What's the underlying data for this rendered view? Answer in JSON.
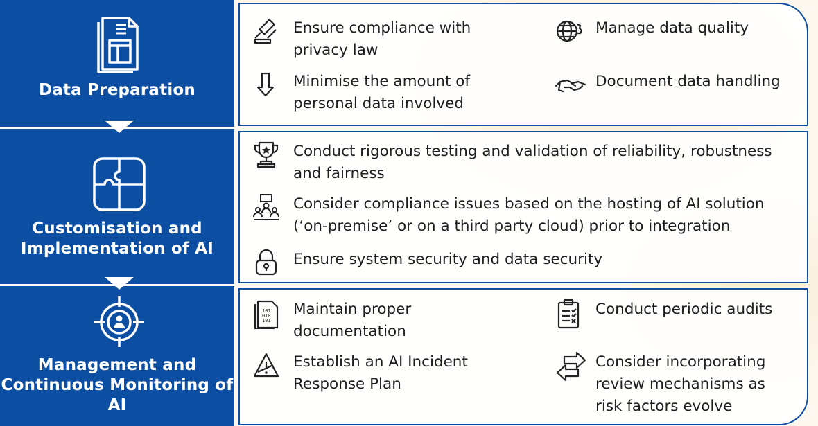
{
  "stages": [
    {
      "title": "Data Preparation",
      "icon": "document-icon",
      "items": [
        {
          "icon": "gavel-icon",
          "text": "Ensure compliance with privacy law"
        },
        {
          "icon": "globe-gear-icon",
          "text": "Manage data quality"
        },
        {
          "icon": "down-arrow-icon",
          "text": "Minimise the amount of personal data involved"
        },
        {
          "icon": "handshake-icon",
          "text": "Document data handling"
        }
      ]
    },
    {
      "title": "Customisation and Implementation of AI",
      "icon": "puzzle-icon",
      "items": [
        {
          "icon": "trophy-icon",
          "text": "Conduct rigorous testing and validation of reliability, robustness and fairness"
        },
        {
          "icon": "team-meeting-icon",
          "text": "Consider compliance issues based on the hosting of AI solution (‘on-premise’ or on a third party cloud) prior to integration"
        },
        {
          "icon": "padlock-icon",
          "text": "Ensure system security and data security"
        }
      ]
    },
    {
      "title": "Management and Continuous Monitoring of AI",
      "icon": "target-icon",
      "items": [
        {
          "icon": "binary-file-icon",
          "text": "Maintain proper documentation"
        },
        {
          "icon": "checklist-icon",
          "text": "Conduct periodic audits"
        },
        {
          "icon": "warning-icon",
          "text": "Establish an AI Incident Response Plan"
        },
        {
          "icon": "swap-arrows-icon",
          "text": "Consider incorporating review mechanisms as risk factors evolve"
        }
      ]
    }
  ],
  "colors": {
    "primary_blue": "#0c4ea2",
    "background": "#fdf8ef",
    "text": "#1e1e1e"
  }
}
